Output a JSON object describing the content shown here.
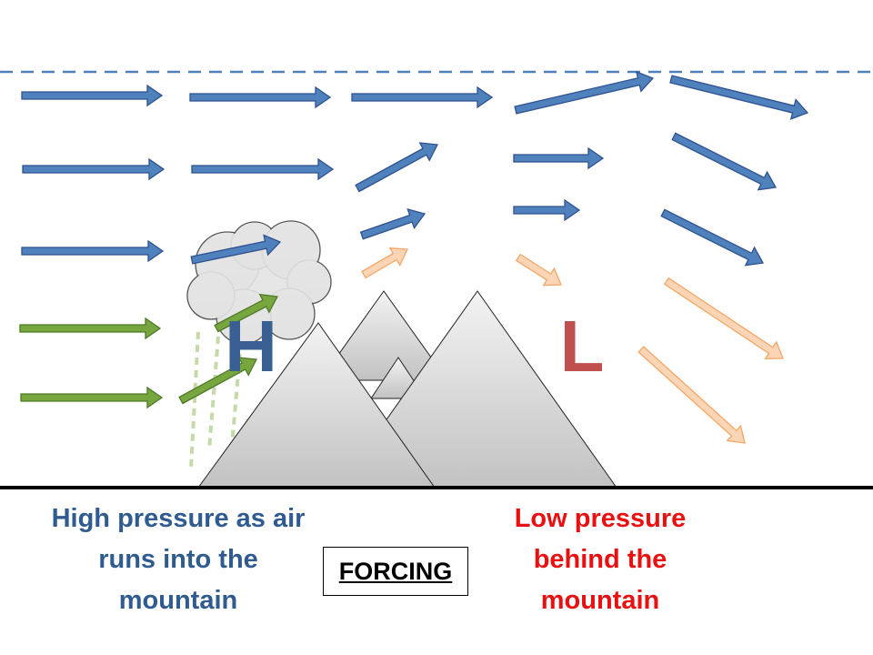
{
  "diagram": {
    "high_label": "H",
    "low_label": "L",
    "forcing_label": "FORCING",
    "captions": {
      "left": [
        "High pressure as air",
        "runs into the",
        "mountain"
      ],
      "right": [
        "Low pressure",
        "behind the",
        "mountain"
      ]
    }
  },
  "colors": {
    "blue_fill": "#4f81bd",
    "blue_stroke": "#2f528f",
    "green_fill": "#77a63e",
    "green_stroke": "#4e7a26",
    "peach_fill": "#fbd5b5",
    "peach_stroke": "#f4a767",
    "high_text": "#3a5f92",
    "low_text": "#c0504d",
    "left_caption": "#2f5b8f",
    "right_caption": "#e81010",
    "mountain": "#d4d4d4",
    "cloud": "#e6e6e6",
    "ground": "#000000",
    "tropopause": "#4f81bd"
  }
}
